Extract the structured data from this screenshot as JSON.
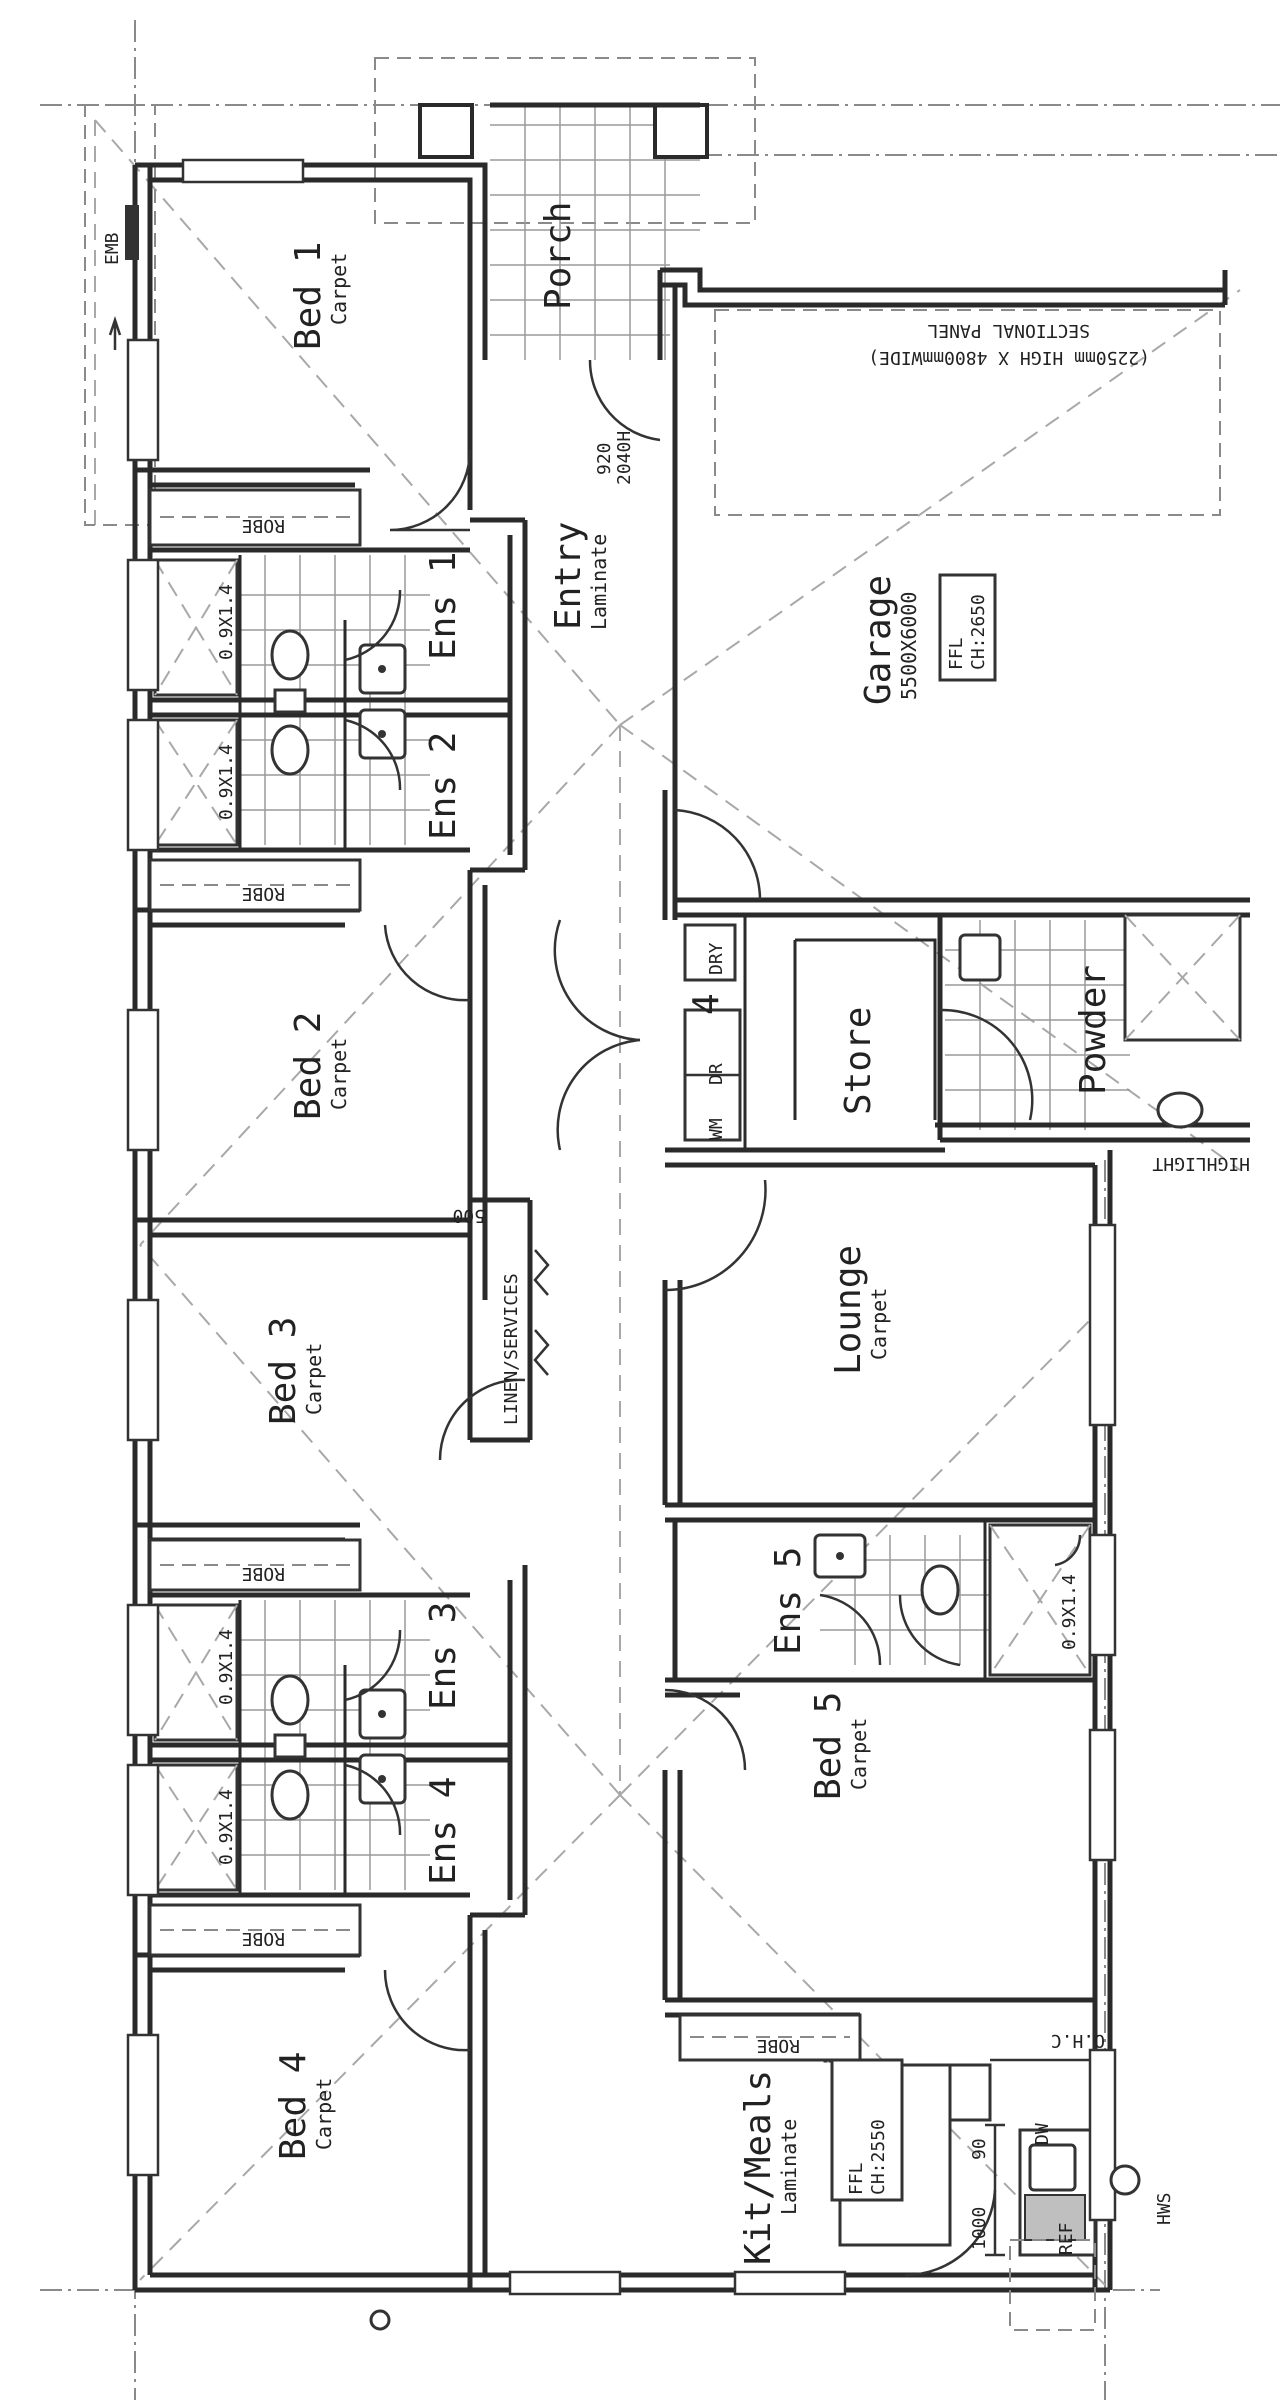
{
  "rooms": {
    "bed1": {
      "name": "Bed 1",
      "floor": "Carpet"
    },
    "bed2": {
      "name": "Bed 2",
      "floor": "Carpet"
    },
    "bed3": {
      "name": "Bed 3",
      "floor": "Carpet"
    },
    "bed4": {
      "name": "Bed 4",
      "floor": "Carpet"
    },
    "bed5": {
      "name": "Bed 5",
      "floor": "Carpet"
    },
    "ens1": {
      "name": "Ens 1"
    },
    "ens2": {
      "name": "Ens 2"
    },
    "ens3": {
      "name": "Ens 3"
    },
    "ens4": {
      "name": "Ens 4"
    },
    "ens5": {
      "name": "Ens 5"
    },
    "porch": {
      "name": "Porch"
    },
    "entry": {
      "name": "Entry",
      "floor": "Laminate"
    },
    "garage": {
      "name": "Garage",
      "size": "5500X6000"
    },
    "store": {
      "name": "Store"
    },
    "powder": {
      "name": "Powder"
    },
    "lounge": {
      "name": "Lounge",
      "floor": "Carpet"
    },
    "kitmeals": {
      "name": "Kit/Meals",
      "floor": "Laminate"
    }
  },
  "labels": {
    "robe": "ROBE",
    "shower": "0.9X1.4",
    "linen": "LINEN/SERVICES",
    "linen_width": "500",
    "emb": "EMB",
    "door_w": "920",
    "door_h": "2040H",
    "garage_door_1": "SECTIONAL PANEL",
    "garage_door_2": "(2250mm HIGH X 4800mmWIDE)",
    "ffl_garage_1": "FFL",
    "ffl_garage_2": "CH:2650",
    "ffl_kit_1": "FFL",
    "ffl_kit_2": "CH:2550",
    "dry": "DRY",
    "laundry_num": "4",
    "wm": "WM",
    "dr": "DR",
    "highlight": "HIGHLIGHT",
    "ohc": "O.H.C",
    "dw": "DW",
    "ref": "REF",
    "hws": "HWS",
    "dim_1000": "1000",
    "dim_90": "90"
  }
}
